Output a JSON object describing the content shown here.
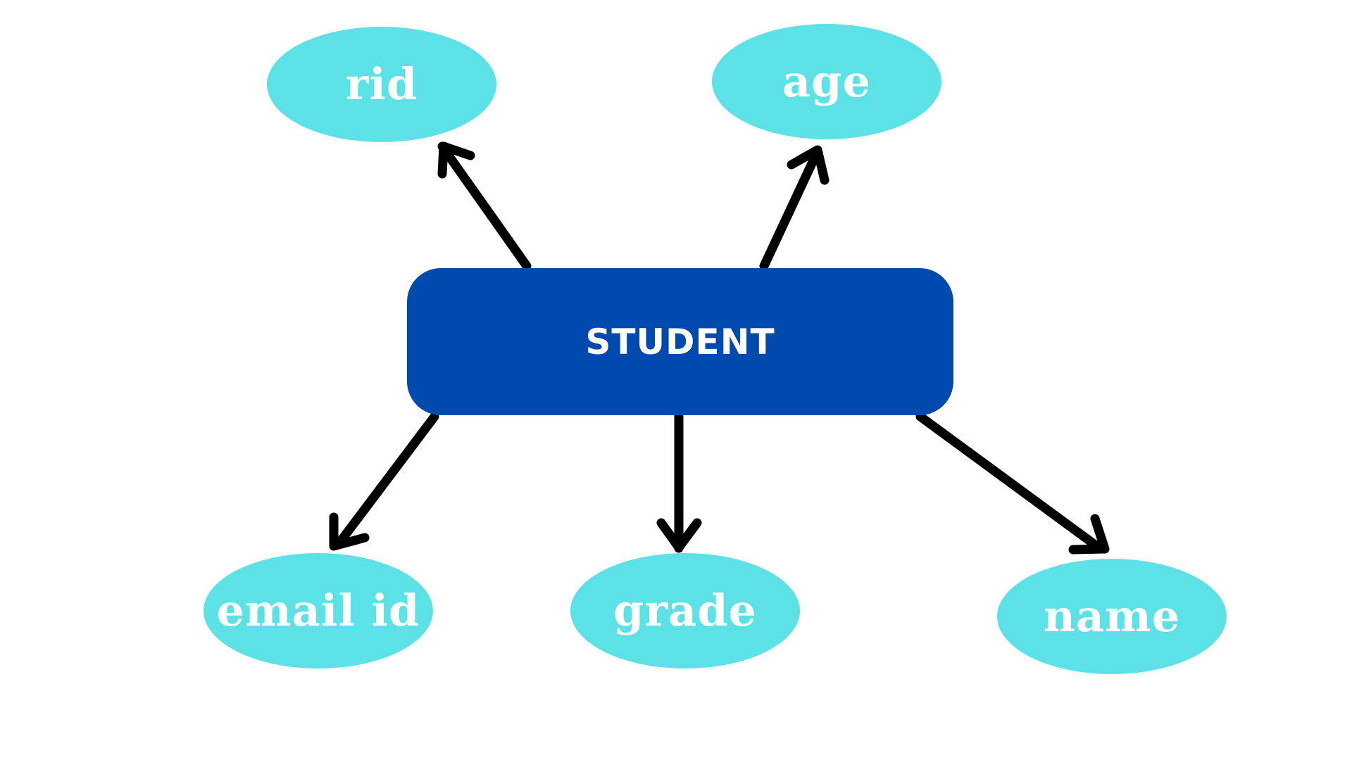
{
  "colors": {
    "entity_fill": "#004AAD",
    "attribute_fill": "#5CE1E6",
    "arrow": "#000000",
    "text": "#FFFFFF",
    "background": "#FFFFFF"
  },
  "entity": {
    "label": "STUDENT"
  },
  "attributes": [
    {
      "id": "rid",
      "label": "rid"
    },
    {
      "id": "age",
      "label": "age"
    },
    {
      "id": "email-id",
      "label": "email id"
    },
    {
      "id": "grade",
      "label": "grade"
    },
    {
      "id": "name",
      "label": "name"
    }
  ],
  "relations": [
    {
      "from": "entity",
      "to": "rid"
    },
    {
      "from": "entity",
      "to": "age"
    },
    {
      "from": "entity",
      "to": "email-id"
    },
    {
      "from": "entity",
      "to": "grade"
    },
    {
      "from": "entity",
      "to": "name"
    }
  ]
}
